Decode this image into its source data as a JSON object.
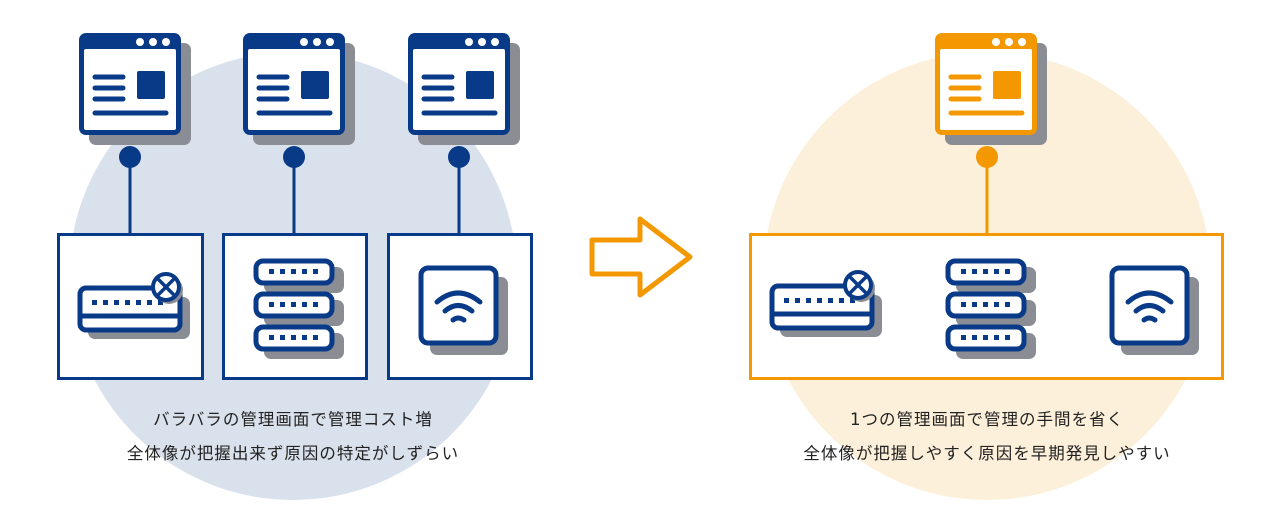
{
  "colors": {
    "navy": "#083a88",
    "orange": "#f39800",
    "blue_bg": "#d9e1ec",
    "orange_bg": "#fdf0da",
    "shadow": "#8a8d93"
  },
  "before": {
    "caption_line1": "バラバラの管理画面で管理コスト増",
    "caption_line2": "全体像が把握出来ず原因の特定がしずらい",
    "windows": [
      "management-screen",
      "management-screen",
      "management-screen"
    ],
    "devices": [
      "keyboard-error-icon",
      "server-icon",
      "wifi-icon"
    ]
  },
  "after": {
    "caption_line1": "1つの管理画面で管理の手間を省く",
    "caption_line2": "全体像が把握しやすく原因を早期発見しやすい",
    "windows": [
      "management-screen"
    ],
    "devices": [
      "keyboard-error-icon",
      "server-icon",
      "wifi-icon"
    ]
  }
}
